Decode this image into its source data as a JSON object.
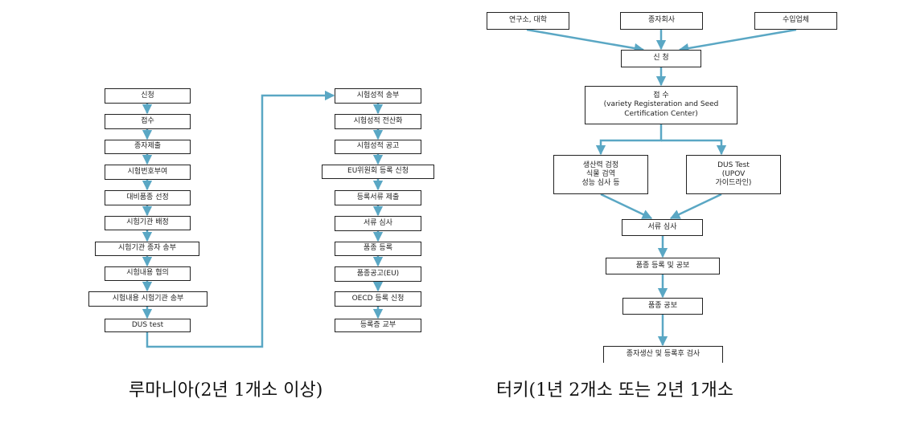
{
  "left_flow": {
    "steps": [
      "신청",
      "접수",
      "종자제출",
      "시험번호부여",
      "대비품종 선정",
      "시험기관 배정",
      "시험기관 종자 송부",
      "시험내용 협의",
      "시험내용 시험기관 송부",
      "DUS test"
    ],
    "steps_right": [
      "시험성적 송부",
      "시험성적 전산화",
      "시험성적 공고",
      "EU위원회 등록 신청",
      "등록서류 제출",
      "서류 심사",
      "품종 등록",
      "품종공고(EU)",
      "OECD 등록 신청",
      "등록증 교부"
    ],
    "caption": "루마니아(2년 1개소 이상)"
  },
  "right_flow": {
    "sources": [
      "연구소, 대학",
      "종자회사",
      "수입업체"
    ],
    "apply": "신 청",
    "receive": "접 수\n(variety Registeration and Seed\nCertification Center)",
    "branch_left": "생산력 검정\n식물 검역\n성능 심사 등",
    "branch_right": "DUS Test\n(UPOV\n가이드라인)",
    "doc_review": "서류 심사",
    "register": "품종 등록 및 공보",
    "publish": "품종 공보",
    "final": "종자생산 및 등록후 검사",
    "caption": "터키(1년 2개소 또는 2년 1개소"
  },
  "colors": {
    "arrow": "#5aa7c4",
    "border": "#222222"
  }
}
